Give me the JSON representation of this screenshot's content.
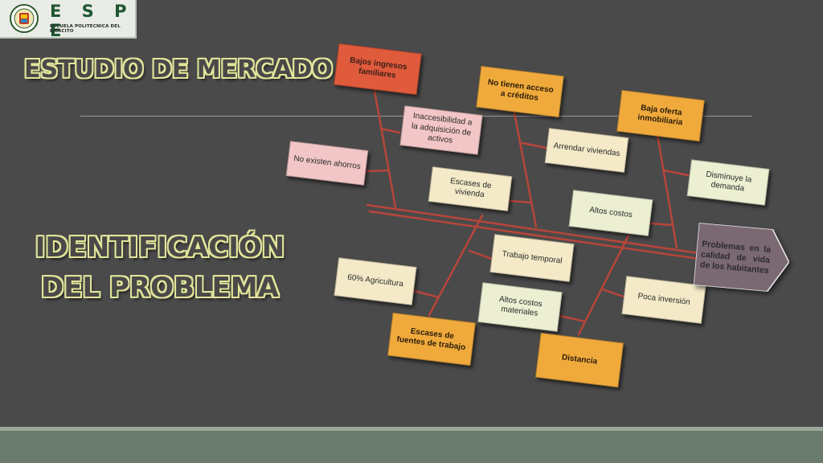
{
  "logo": {
    "letters": "E S P E",
    "subtitle": "ESCUELA POLITECNICA DEL EJERCITO"
  },
  "titles": {
    "section": "ESTUDIO DE MERCADO",
    "main_line1": "IDENTIFICACIÓN",
    "main_line2": "DEL PROBLEMA"
  },
  "diagram": {
    "head": "Problemas en la calidad de vida de los habitantes",
    "top_causes": [
      {
        "label": "Bajos ingresos familiares",
        "subcauses": [
          "Inaccesibilidad a la adquisición de activos",
          "No existen ahorros"
        ]
      },
      {
        "label": "No tienen acceso a créditos",
        "subcauses": [
          "Arrendar viviendas",
          "Escases de vivienda"
        ]
      },
      {
        "label": "Baja oferta inmobiliaria",
        "subcauses": [
          "Disminuye la demanda",
          "Altos costos"
        ]
      }
    ],
    "bottom_causes": [
      {
        "label": "Escases de fuentes de trabajo",
        "subcauses": [
          "Trabajo temporal",
          "60% Agricultura"
        ]
      },
      {
        "label": "Distancia",
        "subcauses": [
          "Altos costos materiales",
          "Poca inversión"
        ]
      }
    ]
  },
  "colors": {
    "background": "#4a4a4a",
    "bone": "#b8453a",
    "title_outline": "#e2e59a",
    "footer": "#6a7a6d"
  }
}
